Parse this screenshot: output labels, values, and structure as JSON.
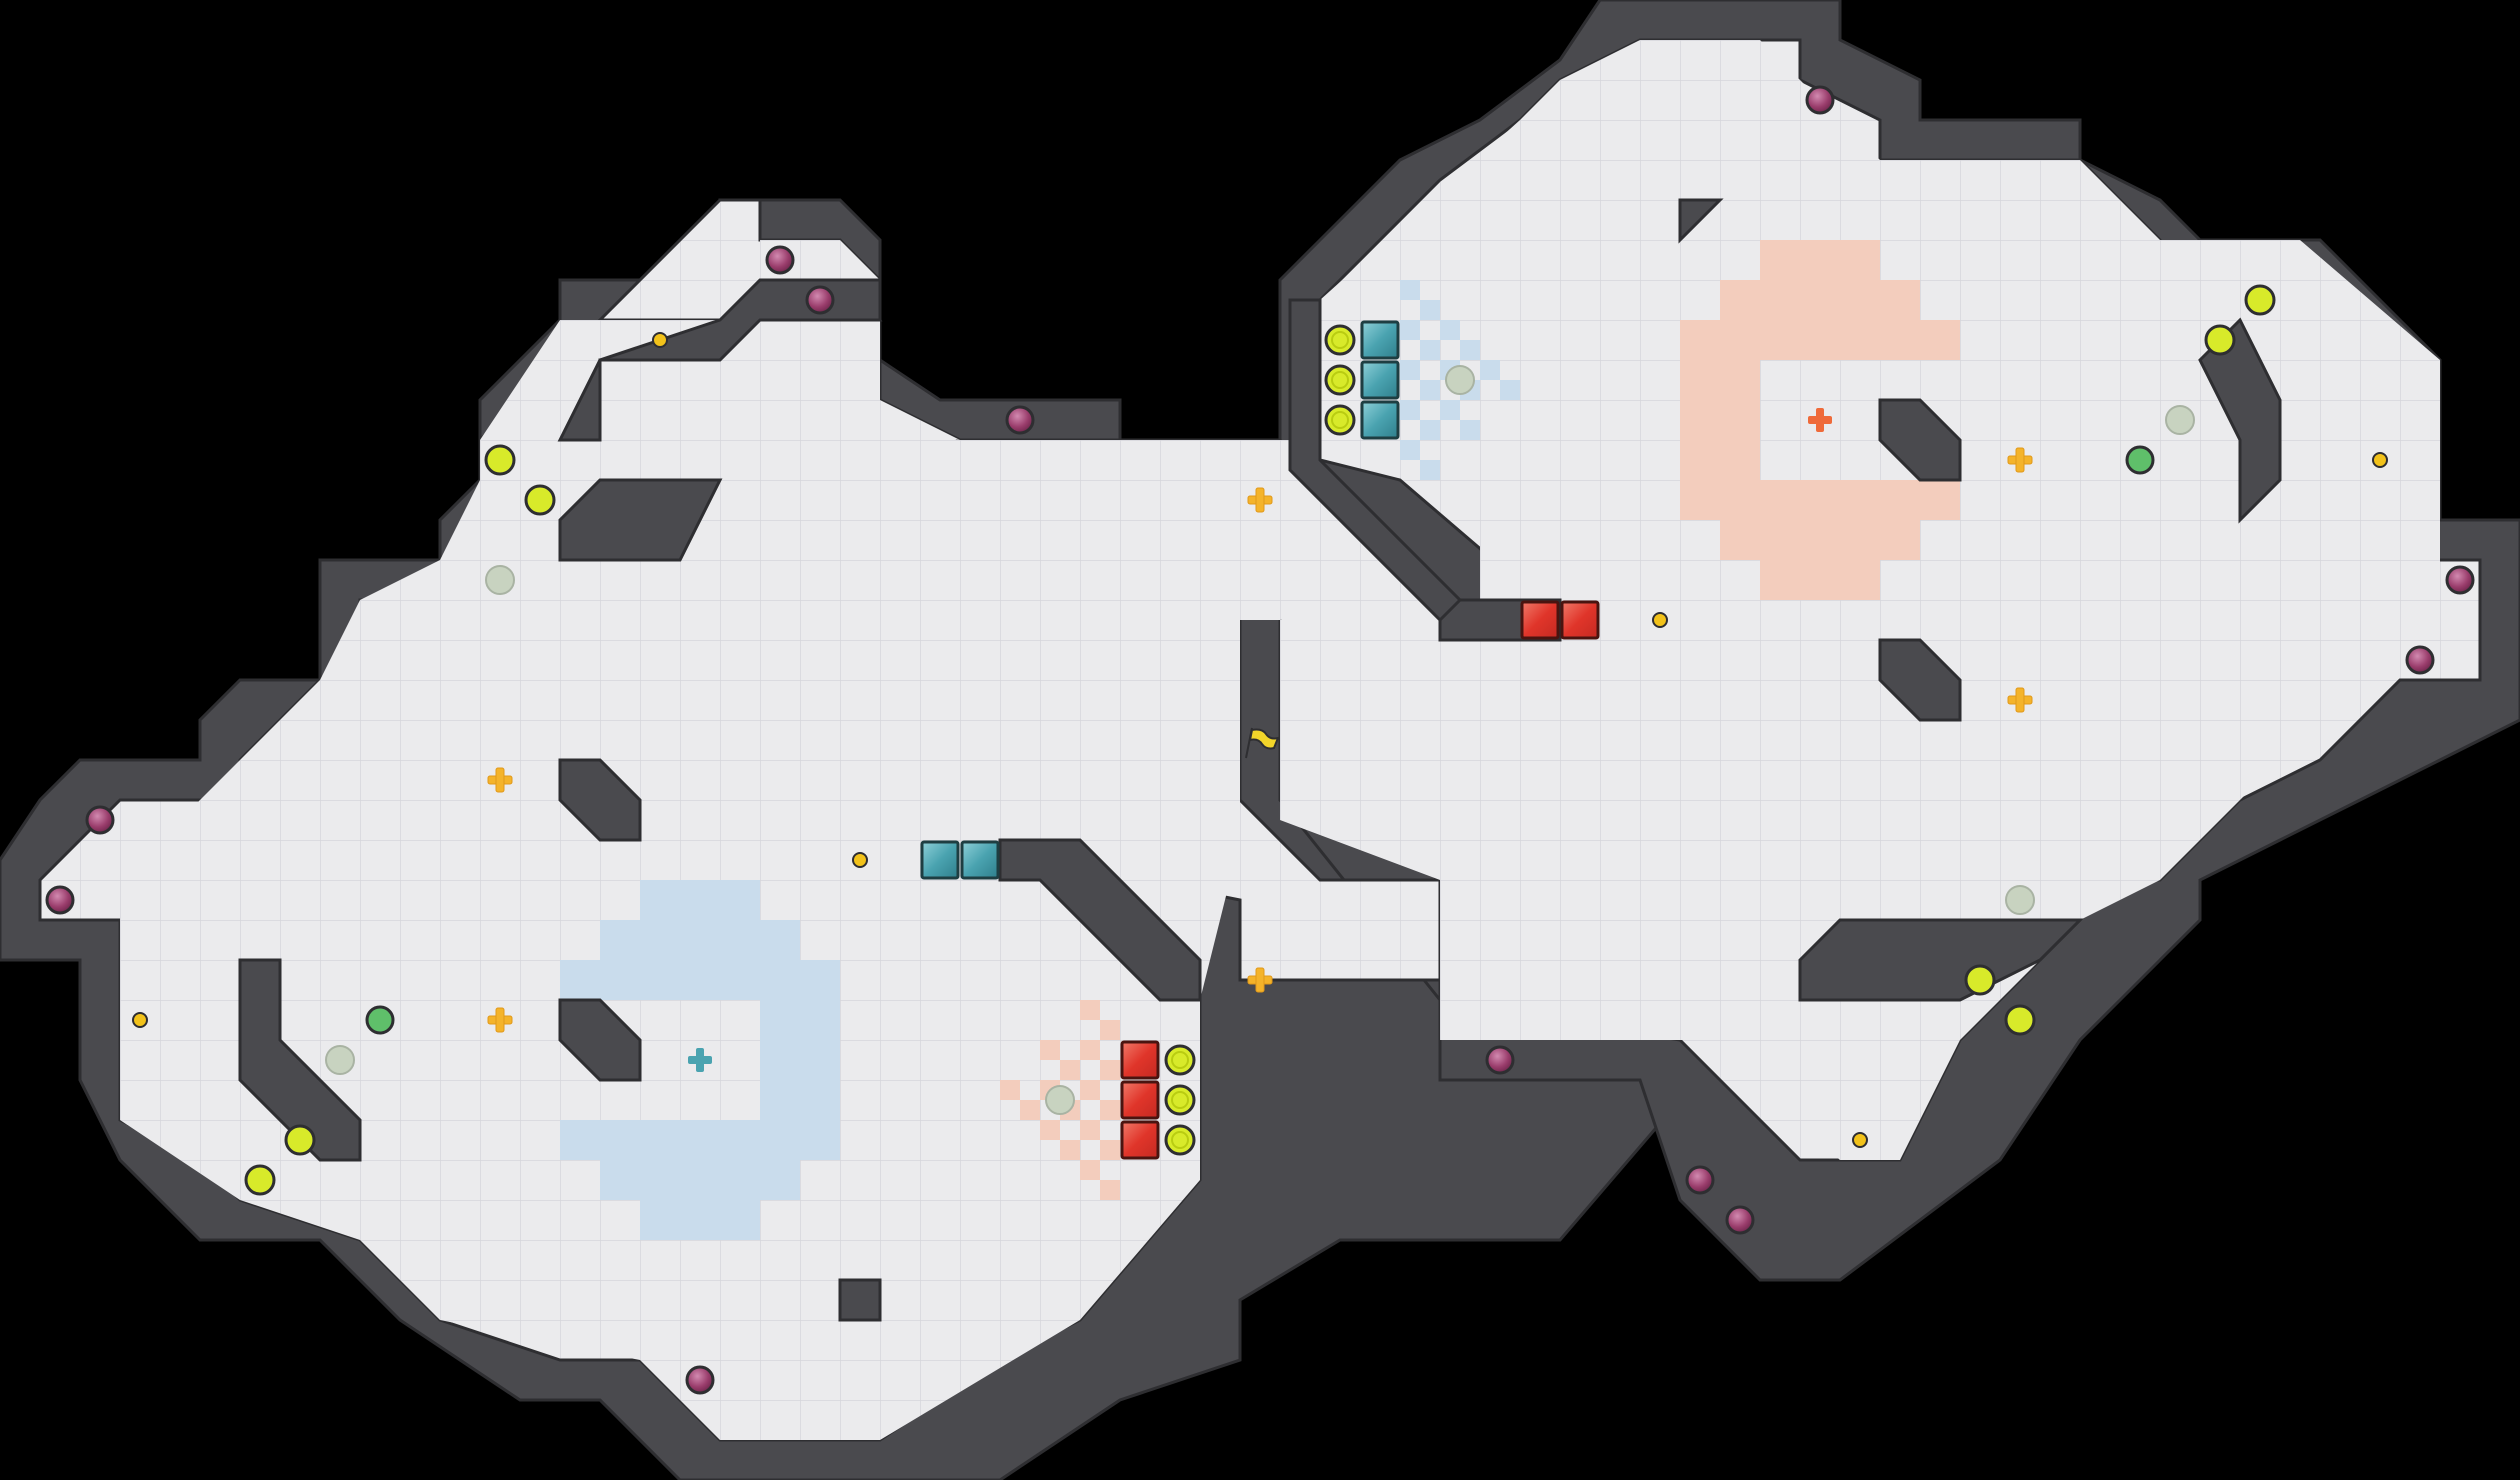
{
  "game": {
    "view": "top-down-map",
    "colors": {
      "background": "#000000",
      "floor": "#ebebed",
      "grid_line": "#d9d9dd",
      "wall": "#4a4a4e",
      "wall_edge": "#2e2e31",
      "red_team": "#e23b2e",
      "blue_team": "#4aa3b0",
      "red_zone": "#f3cdbd",
      "blue_zone": "#c9dcec",
      "power_up": "#d8ea2a",
      "portal": "#9a3d6c",
      "boost": "#f4b32a",
      "coin": "#f2c21a"
    },
    "flag": {
      "name": "neutral-flag",
      "color": "#f2d52a"
    },
    "red_spawns": 5,
    "blue_spawns": 5,
    "icons": [
      "flag-icon",
      "portal-icon",
      "power-up-icon",
      "boost-icon",
      "spawn-icon",
      "coin-icon",
      "bomb-icon"
    ]
  }
}
